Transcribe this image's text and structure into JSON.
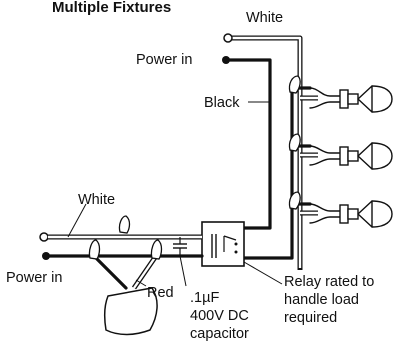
{
  "title": "Multiple Fixtures",
  "labels": {
    "white_top": "White",
    "power_in_top": "Power in",
    "black": "Black",
    "white_left": "White",
    "power_in_left": "Power in",
    "red": "Red",
    "cap_line1": ".1µF",
    "cap_line2": "400V DC",
    "cap_line3": "capacitor",
    "relay_line1": "Relay rated to",
    "relay_line2": "handle load",
    "relay_line3": "required"
  }
}
